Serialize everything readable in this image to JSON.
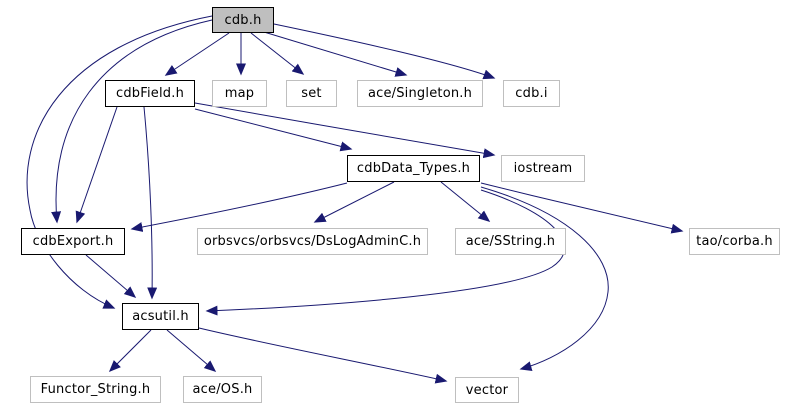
{
  "diagram": {
    "kind": "include-dependency-graph",
    "colors": {
      "edge": "#191970",
      "root_fill": "#bfbfbf",
      "linked_border": "#000000",
      "external_border": "#bfbfbf",
      "background": "#ffffff",
      "text": "#000000"
    },
    "nodes": [
      {
        "label": "cdb.h",
        "type": "root"
      },
      {
        "label": "cdbField.h",
        "type": "linked"
      },
      {
        "label": "map",
        "type": "external"
      },
      {
        "label": "set",
        "type": "external"
      },
      {
        "label": "ace/Singleton.h",
        "type": "external"
      },
      {
        "label": "cdb.i",
        "type": "external"
      },
      {
        "label": "cdbData_Types.h",
        "type": "linked"
      },
      {
        "label": "iostream",
        "type": "external"
      },
      {
        "label": "cdbExport.h",
        "type": "linked"
      },
      {
        "label": "orbsvcs/orbsvcs/DsLogAdminC.h",
        "type": "external"
      },
      {
        "label": "ace/SString.h",
        "type": "external"
      },
      {
        "label": "tao/corba.h",
        "type": "external"
      },
      {
        "label": "acsutil.h",
        "type": "linked"
      },
      {
        "label": "Functor_String.h",
        "type": "external"
      },
      {
        "label": "ace/OS.h",
        "type": "external"
      },
      {
        "label": "vector",
        "type": "external"
      }
    ],
    "edges": [
      {
        "from": "cdb.h",
        "to": "cdbField.h"
      },
      {
        "from": "cdb.h",
        "to": "map"
      },
      {
        "from": "cdb.h",
        "to": "set"
      },
      {
        "from": "cdb.h",
        "to": "ace/Singleton.h"
      },
      {
        "from": "cdb.h",
        "to": "cdb.i"
      },
      {
        "from": "cdb.h",
        "to": "cdbExport.h"
      },
      {
        "from": "cdb.h",
        "to": "acsutil.h"
      },
      {
        "from": "cdbField.h",
        "to": "cdbData_Types.h"
      },
      {
        "from": "cdbField.h",
        "to": "iostream"
      },
      {
        "from": "cdbField.h",
        "to": "cdbExport.h"
      },
      {
        "from": "cdbField.h",
        "to": "acsutil.h"
      },
      {
        "from": "cdbData_Types.h",
        "to": "orbsvcs/orbsvcs/DsLogAdminC.h"
      },
      {
        "from": "cdbData_Types.h",
        "to": "ace/SString.h"
      },
      {
        "from": "cdbData_Types.h",
        "to": "tao/corba.h"
      },
      {
        "from": "cdbData_Types.h",
        "to": "vector"
      },
      {
        "from": "cdbData_Types.h",
        "to": "acsutil.h"
      },
      {
        "from": "cdbData_Types.h",
        "to": "cdbExport.h"
      },
      {
        "from": "cdbExport.h",
        "to": "acsutil.h"
      },
      {
        "from": "acsutil.h",
        "to": "Functor_String.h"
      },
      {
        "from": "acsutil.h",
        "to": "ace/OS.h"
      },
      {
        "from": "acsutil.h",
        "to": "vector"
      }
    ]
  }
}
